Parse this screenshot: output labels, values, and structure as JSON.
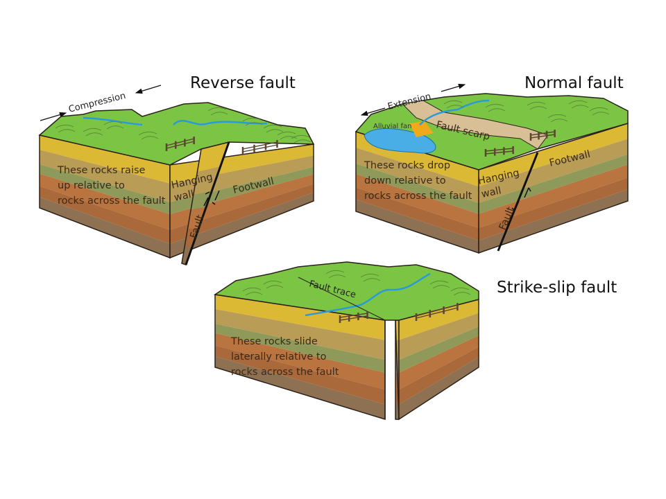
{
  "panels": {
    "reverse": {
      "title": "Reverse fault",
      "force_label": "Compression",
      "block_text": [
        "These rocks raise",
        "up relative to",
        "rocks across the fault"
      ],
      "hanging_wall": [
        "Hanging",
        "wall"
      ],
      "footwall": "Footwall",
      "fault": "Fault"
    },
    "normal": {
      "title": "Normal fault",
      "force_label": "Extension",
      "alluvial_fan": "Alluvial fan",
      "fault_scarp": "Fault scarp",
      "block_text": [
        "These rocks drop",
        "down relative to",
        "rocks across the fault"
      ],
      "hanging_wall": [
        "Hanging",
        "wall"
      ],
      "footwall": "Footwall",
      "fault": "Fault"
    },
    "strike_slip": {
      "title": "Strike-slip fault",
      "fault_trace": "Fault trace",
      "block_text": [
        "These rocks slide",
        "laterally relative to",
        "rocks across the fault"
      ]
    }
  },
  "colors": {
    "grass": "#7cc444",
    "river": "#2a9ad8",
    "layers": [
      "#dcb935",
      "#b99c55",
      "#8f9a5a",
      "#b9743f",
      "#a9693a",
      "#8d7152"
    ],
    "scarp": "#d8bf96"
  }
}
